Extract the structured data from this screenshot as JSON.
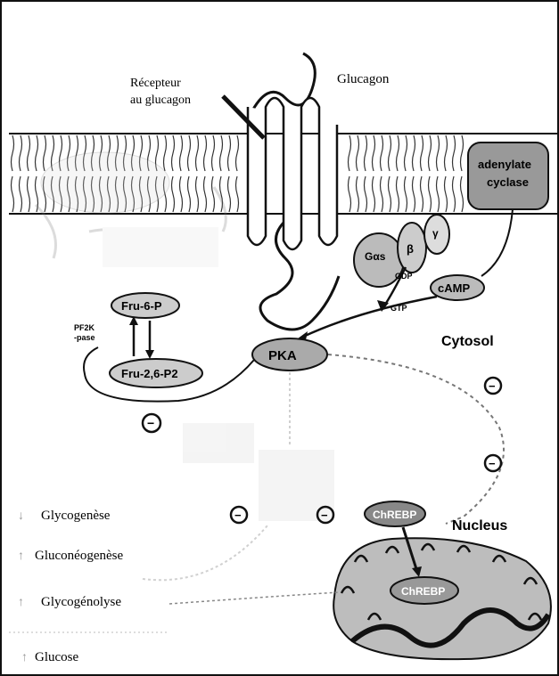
{
  "diagram": {
    "receptor_label_line1": "Récepteur",
    "receptor_label_line2": "au glucagon",
    "glucagon_label": "Glucagon",
    "adenylate_cyclase_line1": "adenylate",
    "adenylate_cyclase_line2": "cyclase",
    "g_alpha_label": "Gαs",
    "beta_label": "β",
    "gamma_label": "γ",
    "gdp_label": "GDP",
    "gtp_label": "GTP",
    "camp_label": "cAMP",
    "pka_label": "PKA",
    "cytosol_label": "Cytosol",
    "fru6p_label": "Fru-6-P",
    "pf2k_line1": "PF2K",
    "pf2k_line2": "-pase",
    "fru26p2_label": "Fru-2,6-P2",
    "chrebp_cyto_label": "ChREBP",
    "chrebp_nuc_label": "ChREBP",
    "nucleus_label": "Nucleus",
    "minus_symbol": "−",
    "outcomes": [
      {
        "arrow": "↓",
        "label": "Glycogenèse"
      },
      {
        "arrow": "↑",
        "label": "Gluconéogenèse"
      },
      {
        "arrow": "↑",
        "label": "Glycogénolyse"
      },
      {
        "arrow": "↑",
        "label": "Glucose"
      }
    ]
  }
}
